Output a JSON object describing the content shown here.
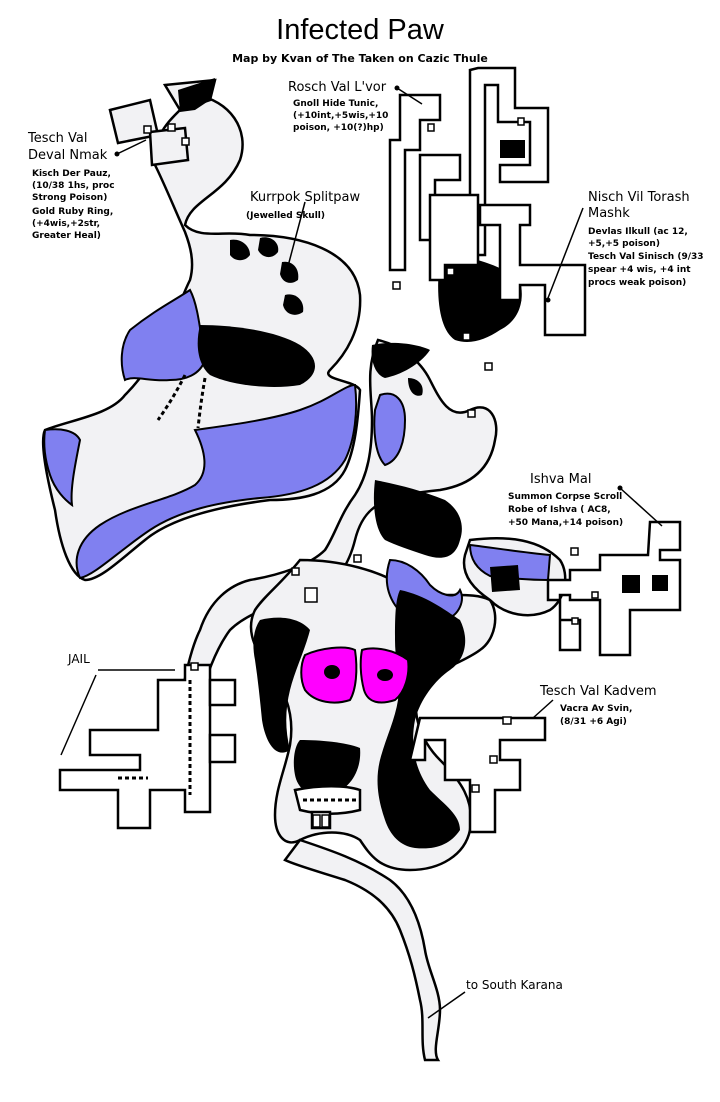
{
  "title": "Infected Paw",
  "subtitle": "Map by Kvan of The Taken on Cazic Thule",
  "colors": {
    "background": "#ffffff",
    "cave_floor": "#f2f2f4",
    "walls": "#000000",
    "water": "#8080f0",
    "special": "#ff00ff"
  },
  "labels": {
    "rosch_name": "Rosch Val L'vor",
    "rosch_note_1": "Gnoll Hide Tunic,",
    "rosch_note_2": "(+10int,+5wis,+10",
    "rosch_note_3": "poison, +10(?)hp)",
    "tesch_deval_1": "Tesch Val",
    "tesch_deval_2": "Deval Nmak",
    "kisch_1": "Kisch Der Pauz,",
    "kisch_2": "(10/38 1hs, proc",
    "kisch_3": "Strong Poison)",
    "kisch_4": "Gold Ruby Ring,",
    "kisch_5": "(+4wis,+2str,",
    "kisch_6": "Greater Heal)",
    "kurrpok_name": "Kurrpok Splitpaw",
    "kurrpok_note": "(Jewelled Skull)",
    "nisch_1": "Nisch Vil Torash",
    "nisch_2": "Mashk",
    "nisch_note_1": "Devlas Ilkull (ac 12,",
    "nisch_note_2": "+5,+5 poison)",
    "nisch_note_3": "Tesch Val Sinisch (9/33",
    "nisch_note_4": "spear +4 wis, +4 int",
    "nisch_note_5": "procs weak poison)",
    "ishva_name": "Ishva Mal",
    "ishva_note_1": "Summon Corpse Scroll",
    "ishva_note_2": "Robe of Ishva ( AC8,",
    "ishva_note_3": "+50 Mana,+14 poison)",
    "jail": "JAIL",
    "kadvem_name": "Tesch Val Kadvem",
    "kadvem_note_1": "Vacra Av Svin,",
    "kadvem_note_2": "(8/31 +6 Agi)",
    "south_karana": "to South Karana"
  }
}
